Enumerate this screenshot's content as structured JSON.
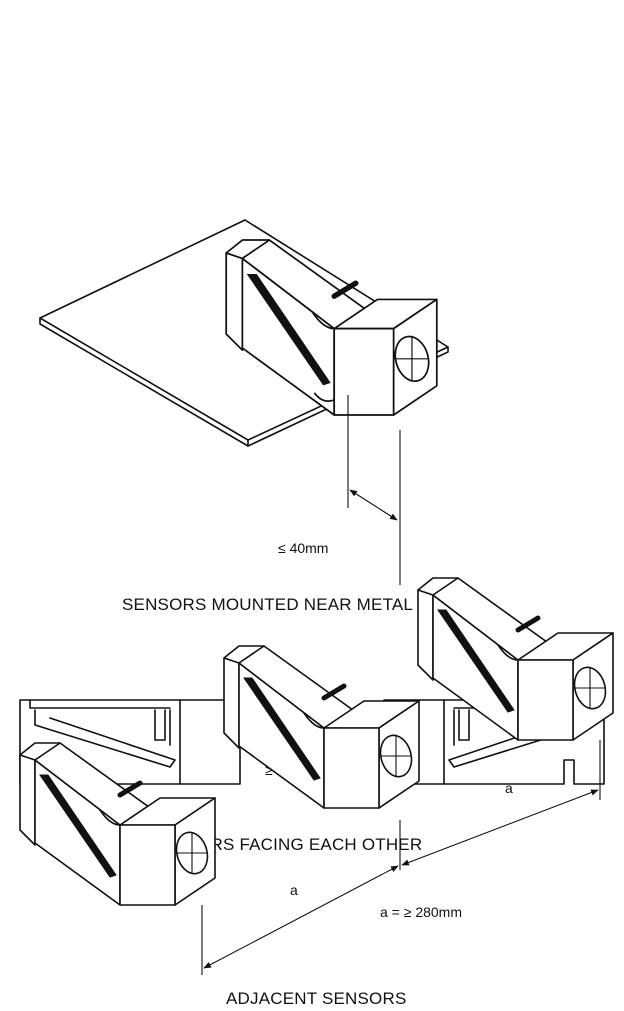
{
  "figure": {
    "section_near_metal": {
      "caption": "SENSORS MOUNTED NEAR METAL",
      "dimension": "≤  40mm"
    },
    "section_facing": {
      "caption": "SENSORS FACING EACH OTHER",
      "dimension": "≥ 6 x Sn"
    },
    "section_adjacent": {
      "caption": "ADJACENT  SENSORS",
      "spacing_label_left": "a",
      "spacing_label_right": "a",
      "spacing_rule": "a = ≥ 280mm"
    }
  }
}
